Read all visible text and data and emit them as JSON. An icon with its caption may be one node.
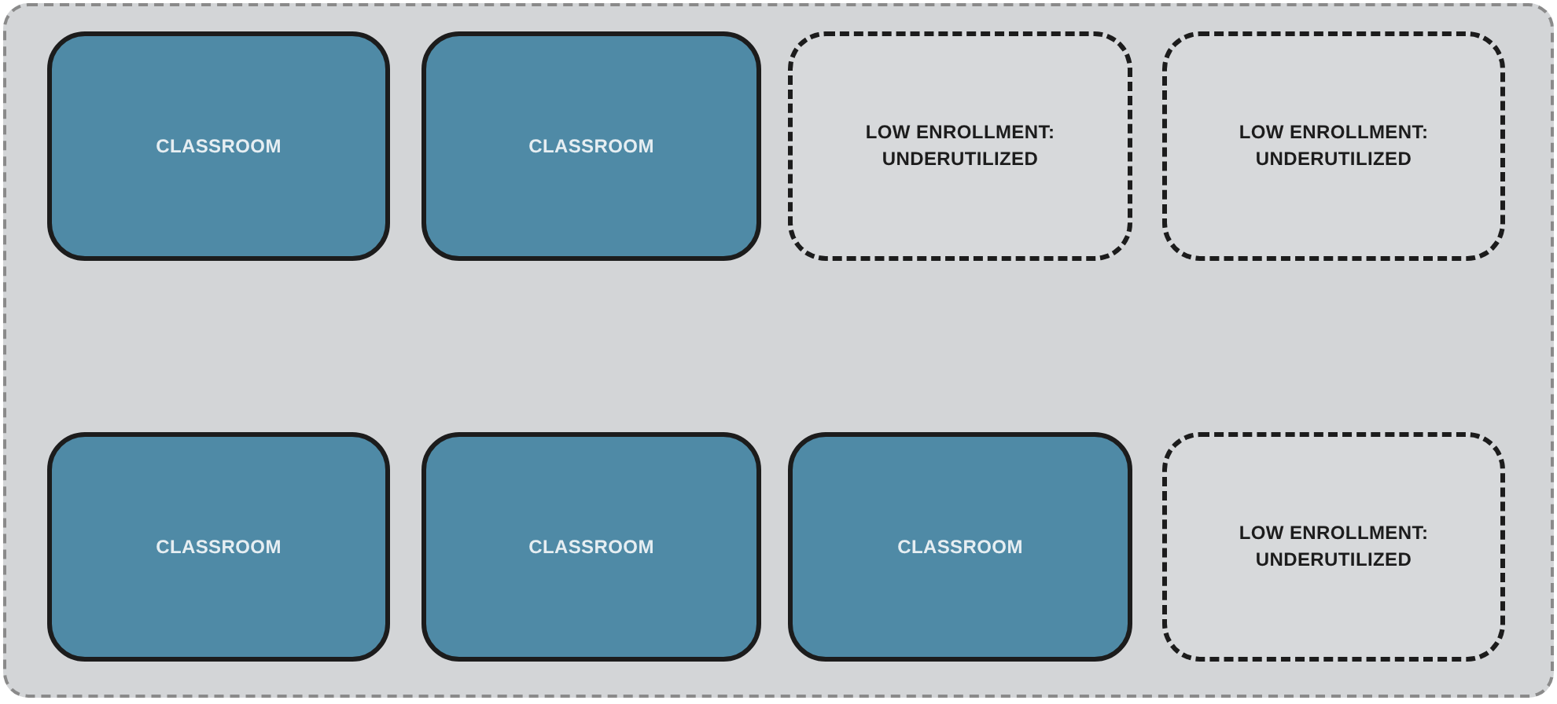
{
  "diagram": {
    "nodes": [
      {
        "text": [],
        "shape": "box"
      },
      {
        "text": [
          "CLASSROOM"
        ],
        "in": 0
      },
      {
        "text": [
          "CLASSROOM"
        ],
        "in": 0
      },
      {
        "text": [
          "LOW ENROLLMENT: UNDERUTILIZED"
        ],
        "in": 0
      },
      {
        "text": [
          "LOW ENROLLMENT: UNDERUTILIZED"
        ],
        "in": 0
      },
      {
        "text": [
          "CLASSROOM"
        ],
        "in": 0
      },
      {
        "text": [
          "CLASSROOM"
        ],
        "in": 0
      },
      {
        "text": [
          "CLASSROOM"
        ],
        "in": 0
      },
      {
        "text": [
          "LOW ENROLLMENT: UNDERUTILIZED"
        ],
        "in": 0
      }
    ]
  }
}
